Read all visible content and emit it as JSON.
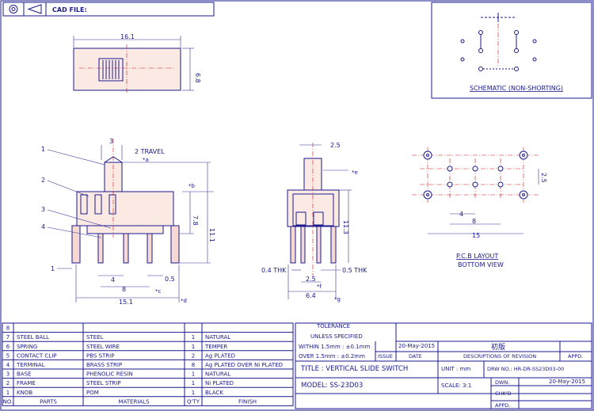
{
  "header": {
    "cad_label": "CAD FILE:"
  },
  "schematic": {
    "caption": "SCHEMATIC (NON-SHORTING)"
  },
  "dims": {
    "top_width": "16.1",
    "top_height": "6.8",
    "pitch3": "3",
    "travel": "2 TRAVEL",
    "mark_a": "*a",
    "mark_b": "*b",
    "mark_c": "*c",
    "mark_d": "*d",
    "h78": "7.8",
    "h111": "11.1",
    "d1": "1",
    "d4": "4",
    "d05": "0.5",
    "d8": "8",
    "d151": "15.1",
    "side_25": "2.5",
    "side_mark_e": "*e",
    "side_113": "11.3",
    "side_04": "0.4 THK",
    "side_05": "0.5 THK",
    "side_25b": "2.5",
    "side_mark_f": "*f",
    "side_64": "6.4",
    "side_mark_g": "*g",
    "pcb_4": "4",
    "pcb_8": "8",
    "pcb_15": "15",
    "pcb_25": "2.5"
  },
  "callouts": [
    "1",
    "2",
    "3",
    "4"
  ],
  "pcb": {
    "title": "P.C.B LAYOUT",
    "subtitle": "BOTTOM VIEW"
  },
  "parts_table": {
    "rows": [
      {
        "no": "8",
        "part": "",
        "material": "",
        "qty": "",
        "finish": ""
      },
      {
        "no": "7",
        "part": "STEEL BALL",
        "material": "STEEL",
        "qty": "1",
        "finish": "NATURAL"
      },
      {
        "no": "6",
        "part": "SPRING",
        "material": "STEEL WIRE",
        "qty": "1",
        "finish": "TEMPER"
      },
      {
        "no": "5",
        "part": "CONTACT CLIP",
        "material": "PBS STRIP",
        "qty": "2",
        "finish": "Ag PLATED"
      },
      {
        "no": "4",
        "part": "TERMINAL",
        "material": "BRASS STRIP",
        "qty": "8",
        "finish": "Ag PLATED OVER Ni PLATED"
      },
      {
        "no": "3",
        "part": "BASE",
        "material": "PHENOLIC RESIN",
        "qty": "1",
        "finish": "NATURAL"
      },
      {
        "no": "2",
        "part": "FRAME",
        "material": "STEEL STRIP",
        "qty": "1",
        "finish": "Ni PLATED"
      },
      {
        "no": "1",
        "part": "KNOB",
        "material": "POM",
        "qty": "1",
        "finish": "BLACK"
      }
    ],
    "footer": {
      "no": "NO.",
      "part": "PARTS",
      "material": "MATERIALS",
      "qty": "Q'TY",
      "finish": "FINISH"
    }
  },
  "tolerance": {
    "title": "TOLERANCE",
    "unless": "UNLESS SPECIFIED",
    "within": "WITHIN 1.5mm : ±0.1mm",
    "over": "OVER 1.5mm : ±0.2mm"
  },
  "revision": {
    "date": "20-May-2015",
    "desc": "初版",
    "issue_label": "ISSUE",
    "date_label": "DATE",
    "desc_label": "DESCRIPTIONS OF REVISION",
    "appd_label": "APPD."
  },
  "title_block": {
    "title": "TITLE : VERTICAL SLIDE SWITCH",
    "unit": "UNIT :  mm",
    "drw_no": "DRW NO.: HR-DR-SS23D03-00",
    "model": "MODEL: SS-23D03",
    "scale": "SCALE:  3:1",
    "dwn_label": "DWN.",
    "dwn_date": "20-May-2015",
    "chkd_label": "CHK'D",
    "appd_label": "APPD."
  }
}
